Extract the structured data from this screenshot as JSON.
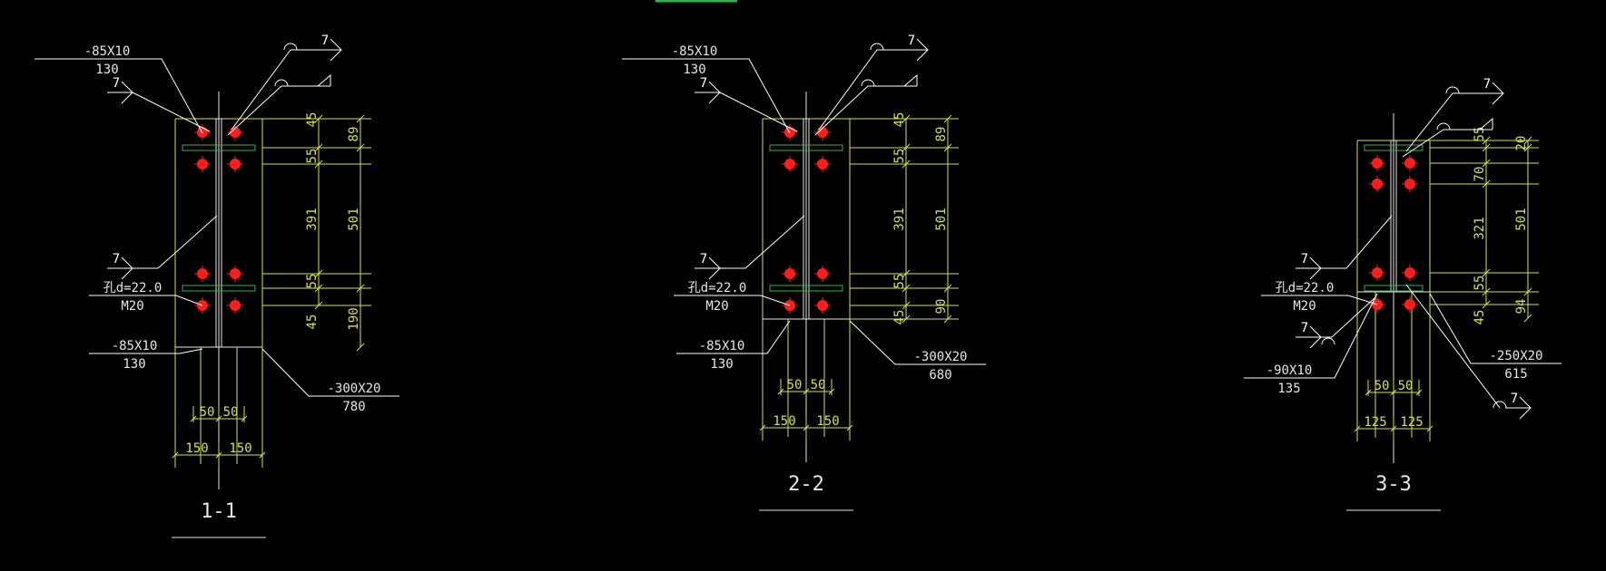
{
  "colors": {
    "background": "#000000",
    "dimension": "#d7e04a",
    "outline": "#e6e6e6",
    "plate": "#2fb34a",
    "bolt": "#ff1c1c",
    "leader": "#ffffff"
  },
  "top_marker": "",
  "sections": [
    {
      "id": "1-1",
      "title": "1-1",
      "labels": {
        "plate_top_size": "-85X10",
        "plate_top_len": "130",
        "weld_a": "7",
        "weld_b": "7",
        "weld_c": "7",
        "hole": "孔d=22.0",
        "bolt": "M20",
        "plate_bot_size": "-85X10",
        "plate_bot_len": "130",
        "base_size": "-300X20",
        "base_len": "780"
      },
      "dims_vertical_inner": [
        "45",
        "55",
        "391",
        "55",
        "45"
      ],
      "dims_vertical_outer": [
        "89",
        "501",
        "190"
      ],
      "dims_horizontal_inner": [
        "50",
        "50"
      ],
      "dims_horizontal_outer": [
        "150",
        "150"
      ]
    },
    {
      "id": "2-2",
      "title": "2-2",
      "labels": {
        "plate_top_size": "-85X10",
        "plate_top_len": "130",
        "weld_a": "7",
        "weld_b": "7",
        "weld_c": "7",
        "hole": "孔d=22.0",
        "bolt": "M20",
        "plate_bot_size": "-85X10",
        "plate_bot_len": "130",
        "base_size": "-300X20",
        "base_len": "680"
      },
      "dims_vertical_inner": [
        "45",
        "55",
        "391",
        "55",
        "45"
      ],
      "dims_vertical_outer": [
        "89",
        "501",
        "90"
      ],
      "dims_horizontal_inner": [
        "50",
        "50"
      ],
      "dims_horizontal_outer": [
        "150",
        "150"
      ]
    },
    {
      "id": "3-3",
      "title": "3-3",
      "labels": {
        "weld_a": "7",
        "weld_b": "7",
        "weld_c": "7",
        "hole": "孔d=22.0",
        "bolt": "M20",
        "plate_bot_size": "-90X10",
        "plate_bot_len": "135",
        "base_size": "-250X20",
        "base_len": "615"
      },
      "dims_vertical_inner": [
        "55",
        "70",
        "321",
        "55",
        "45"
      ],
      "dims_vertical_outer": [
        "20",
        "501",
        "94"
      ],
      "dims_horizontal_inner": [
        "50",
        "50"
      ],
      "dims_horizontal_outer": [
        "125",
        "125"
      ]
    }
  ]
}
